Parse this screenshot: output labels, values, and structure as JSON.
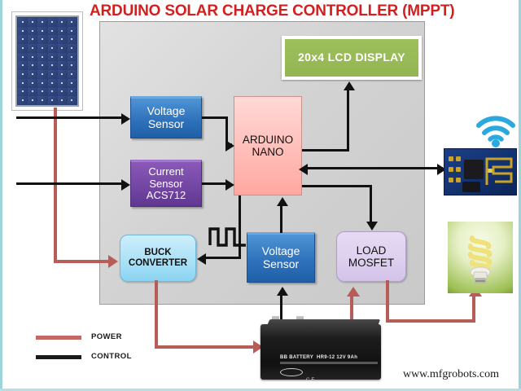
{
  "title": "ARDUINO SOLAR CHARGE CONTROLLER (MPPT)",
  "colors": {
    "title_red": "#d21f20",
    "power_red": "#b85c57",
    "control_black": "#111111",
    "lcd_green": "#9dbf5c",
    "voltage_sensor_blue": "#2f72bb",
    "current_sensor_purple": "#7447a4",
    "arduino_pink": "#ffc3be",
    "buck_cyan": "#a8e0f6",
    "mosfet_lavender": "#ded0ef",
    "enclosure_gray": "#d3d3d3"
  },
  "blocks": {
    "lcd": {
      "label": "20x4  LCD  DISPLAY"
    },
    "voltage_sensor_1": {
      "line1": "Voltage",
      "line2": "Sensor"
    },
    "current_sensor": {
      "line1": "Current",
      "line2": "Sensor",
      "line3": "ACS712"
    },
    "arduino": {
      "line1": "ARDUINO",
      "line2": "NANO"
    },
    "buck_converter": {
      "line1": "BUCK",
      "line2": "CONVERTER"
    },
    "voltage_sensor_2": {
      "line1": "Voltage",
      "line2": "Sensor"
    },
    "load_mosfet": {
      "line1": "LOAD",
      "line2": "MOSFET"
    }
  },
  "peripherals": {
    "solar_panel": {
      "name": "solar-panel"
    },
    "esp8266": {
      "name": "esp8266-wifi-module"
    },
    "wifi_icon": {
      "name": "wifi-icon"
    },
    "battery": {
      "name": "lead-acid-battery",
      "brand": "BB BATTERY",
      "model": "HR9-12  12V  9Ah",
      "marks": "CE"
    },
    "cfl_bulb": {
      "name": "cfl-lamp-load"
    }
  },
  "legend": {
    "power_label": "POWER",
    "control_label": "CONTROL"
  },
  "watermark": "www.mfgrobots.com"
}
